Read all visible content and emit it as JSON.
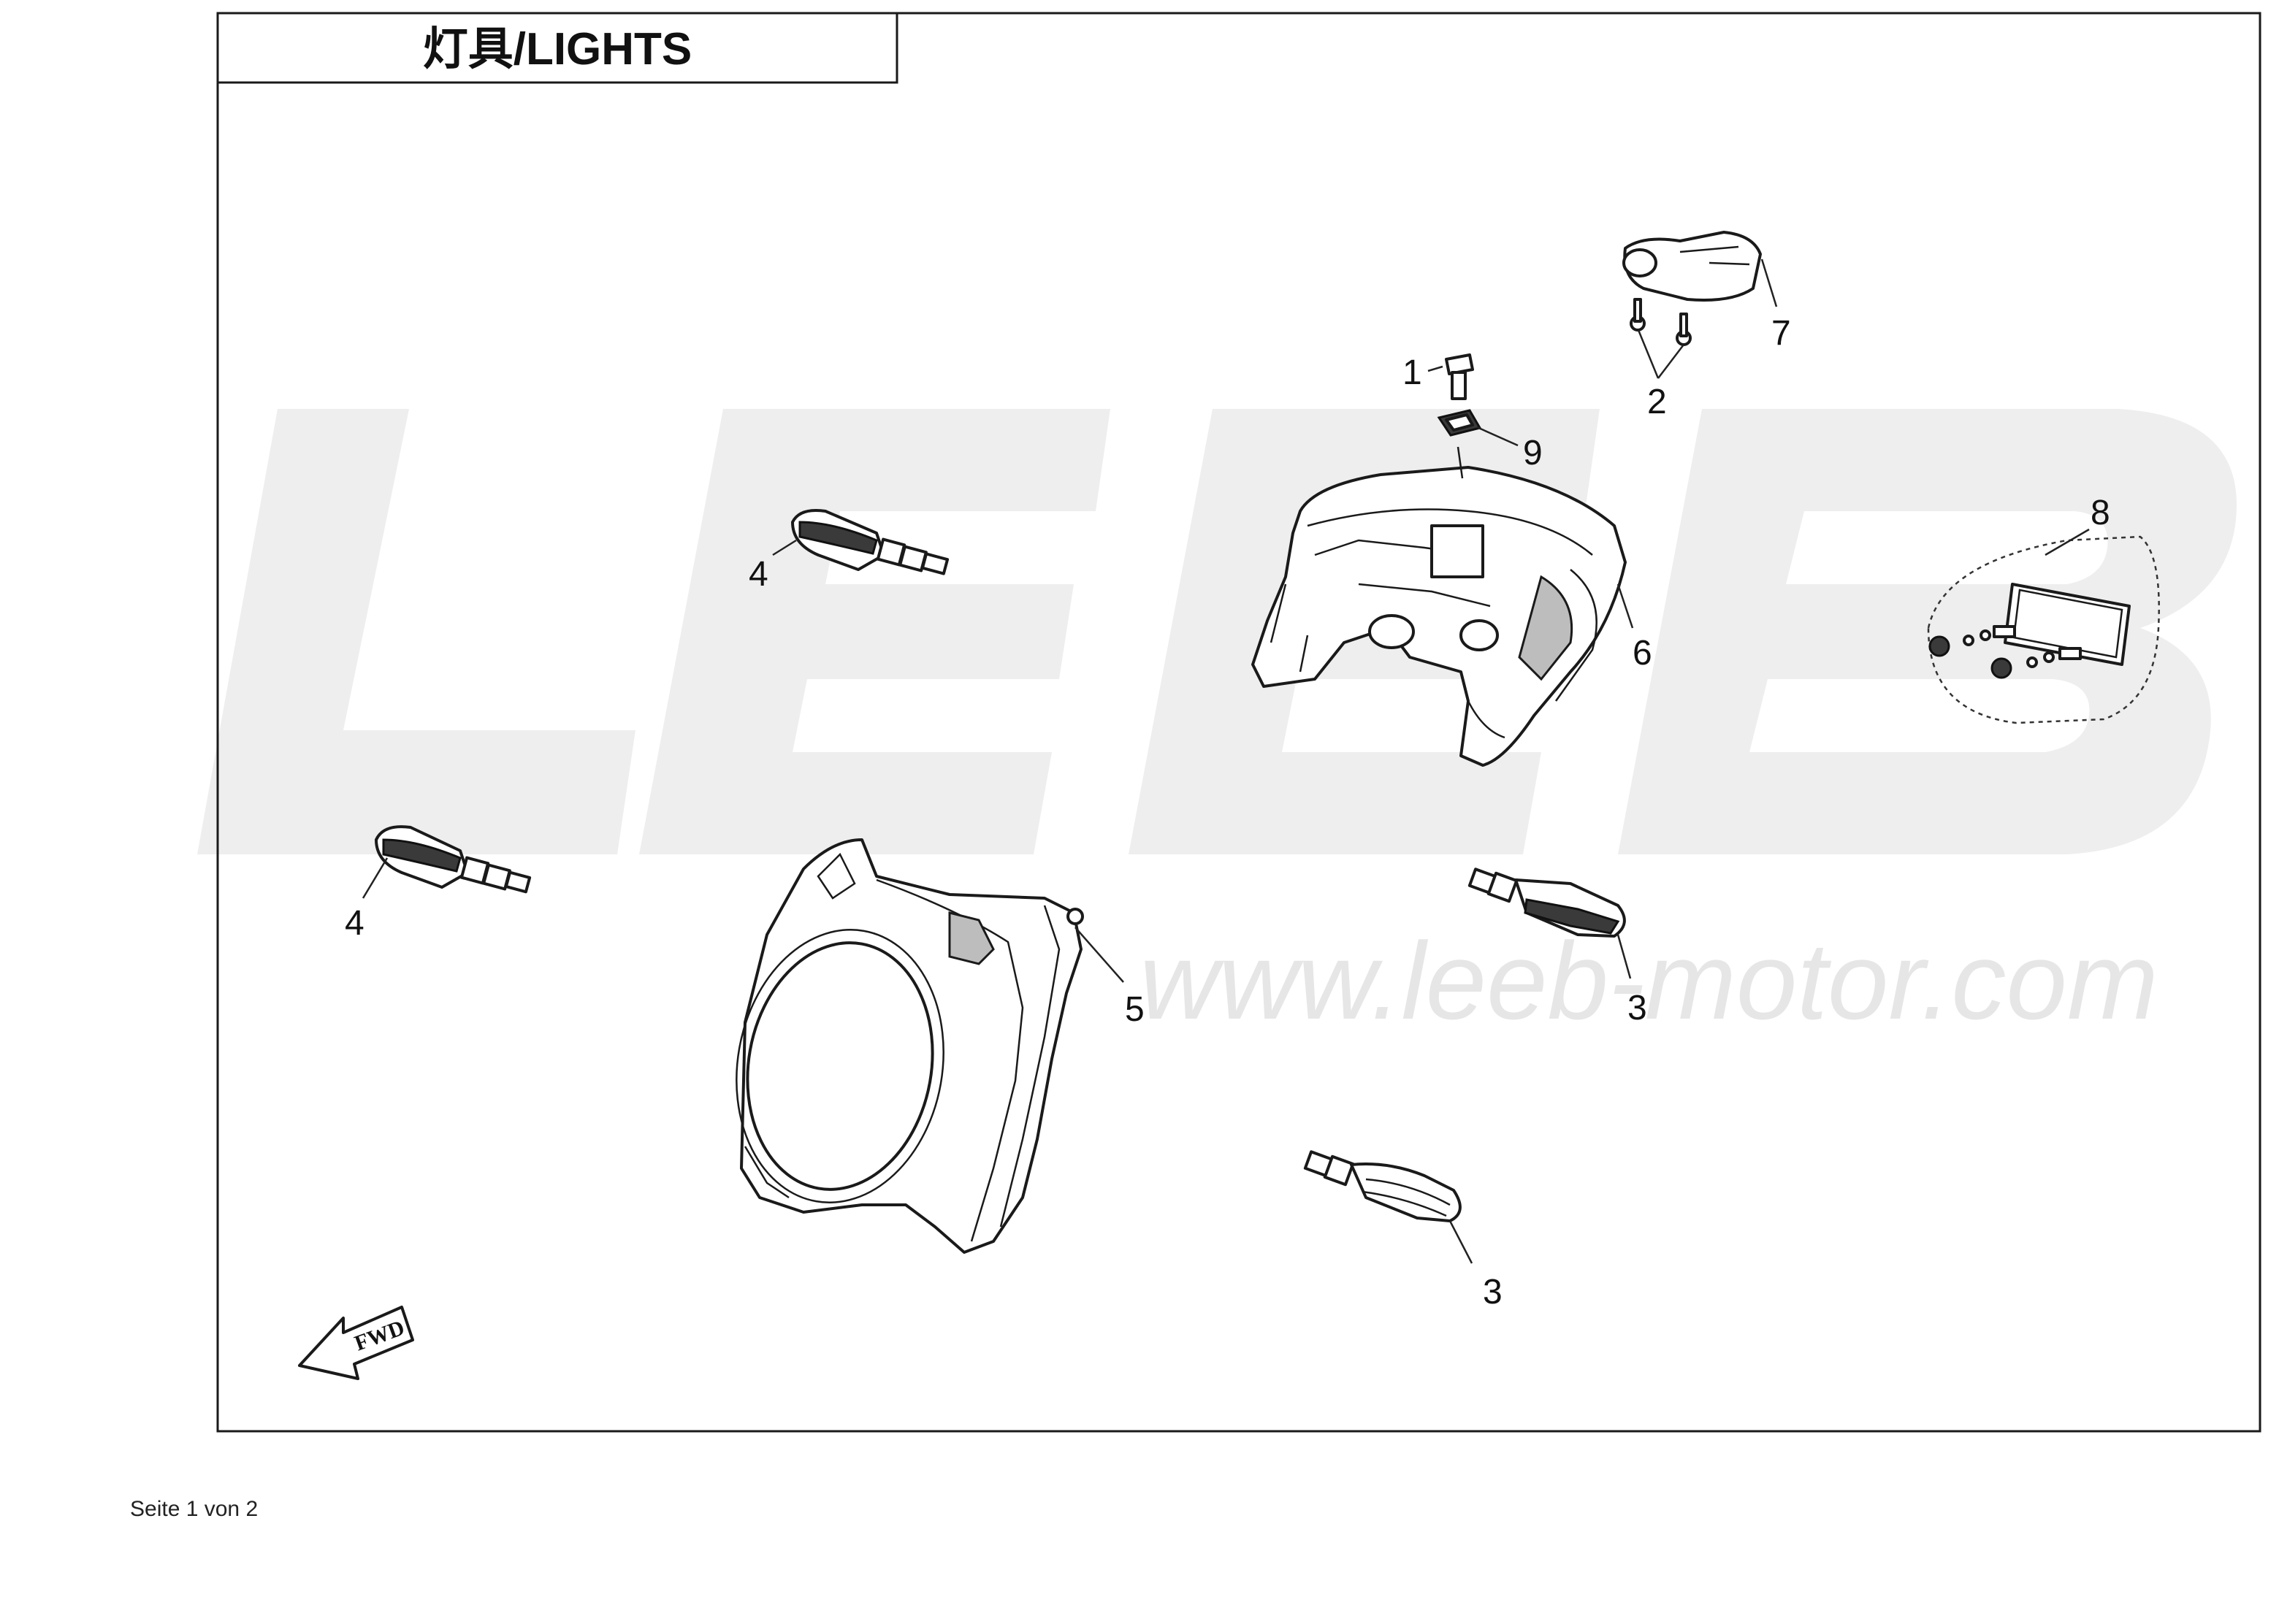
{
  "header": {
    "title": "灯具/LIGHTS"
  },
  "watermark": {
    "logo_text": "LEEB",
    "url": "www.leeb-motor.com"
  },
  "callouts": {
    "c1": "1",
    "c2": "2",
    "c3a": "3",
    "c3b": "3",
    "c4a": "4",
    "c4b": "4",
    "c5": "5",
    "c6": "6",
    "c7": "7",
    "c8": "8",
    "c9": "9"
  },
  "direction_arrow": {
    "label": "FWD"
  },
  "footer": {
    "page_info": "Seite 1 von 2"
  },
  "colors": {
    "line": "#1a1a1a",
    "watermark": "#eeeeee",
    "background": "#ffffff"
  }
}
